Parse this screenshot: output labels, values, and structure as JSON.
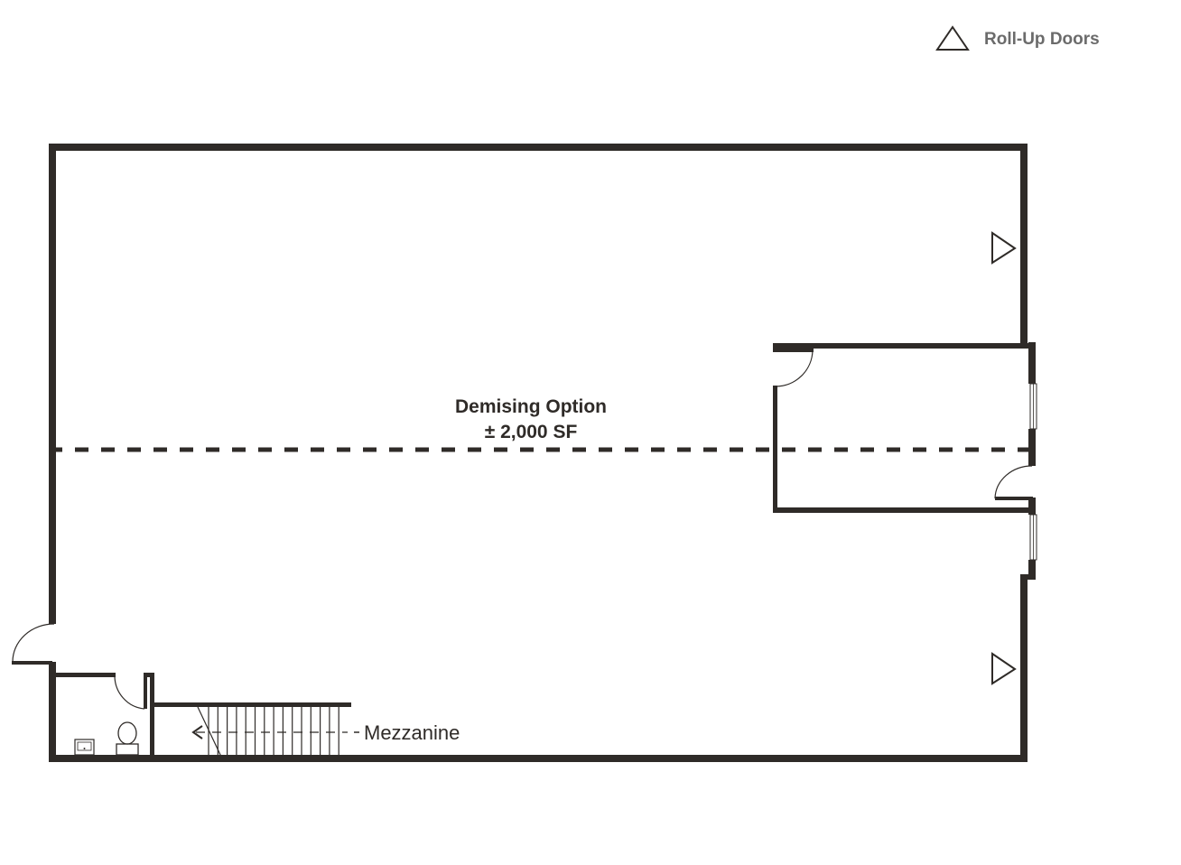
{
  "legend": {
    "icon": "triangle-icon",
    "label": "Roll-Up Doors"
  },
  "plan": {
    "demising_title": "Demising Option",
    "demising_area": "± 2,000 SF",
    "mezzanine_label": "Mezzanine"
  },
  "colors": {
    "wall": "#2f2b28",
    "legend_text": "#6b6b6b"
  }
}
